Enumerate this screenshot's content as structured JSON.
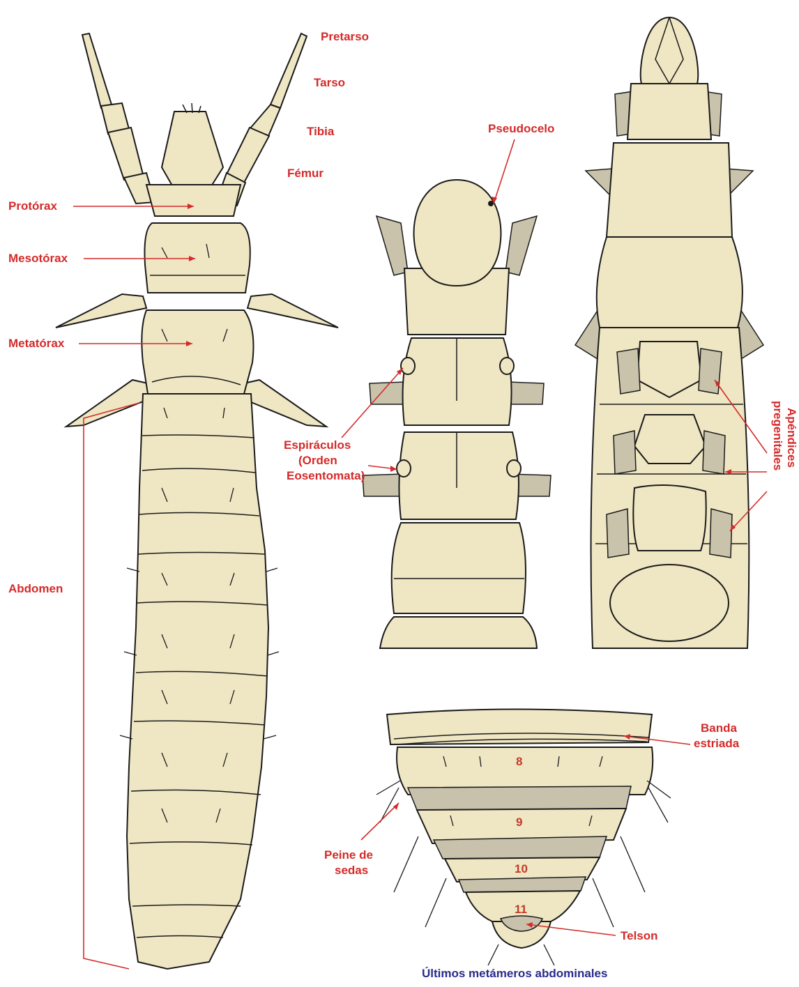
{
  "colors": {
    "body_fill": "#efe6c3",
    "appendage_fill": "#c9c3ac",
    "outline": "#1a1a1a",
    "label_red": "#d42a2a",
    "caption_blue": "#2a2a8a"
  },
  "labels": {
    "pretarso": "Pretarso",
    "tarso": "Tarso",
    "tibia": "Tibia",
    "femur": "Fémur",
    "protorax": "Protórax",
    "mesotorax": "Mesotórax",
    "metatorax": "Metatórax",
    "abdomen": "Abdomen",
    "pseudocelo": "Pseudocelo",
    "espiraculos_1": "Espiráculos",
    "espiraculos_2": "(Orden",
    "espiraculos_3": "Eosentomata)",
    "apendices_1": "Apéndices",
    "apendices_2": "pregenitales",
    "banda_1": "Banda",
    "banda_2": "estriada",
    "peine_1": "Peine de",
    "peine_2": "sedas",
    "telson": "Telson"
  },
  "segment_numbers": [
    "8",
    "9",
    "10",
    "11"
  ],
  "caption": "Últimos metámeros abdominales"
}
